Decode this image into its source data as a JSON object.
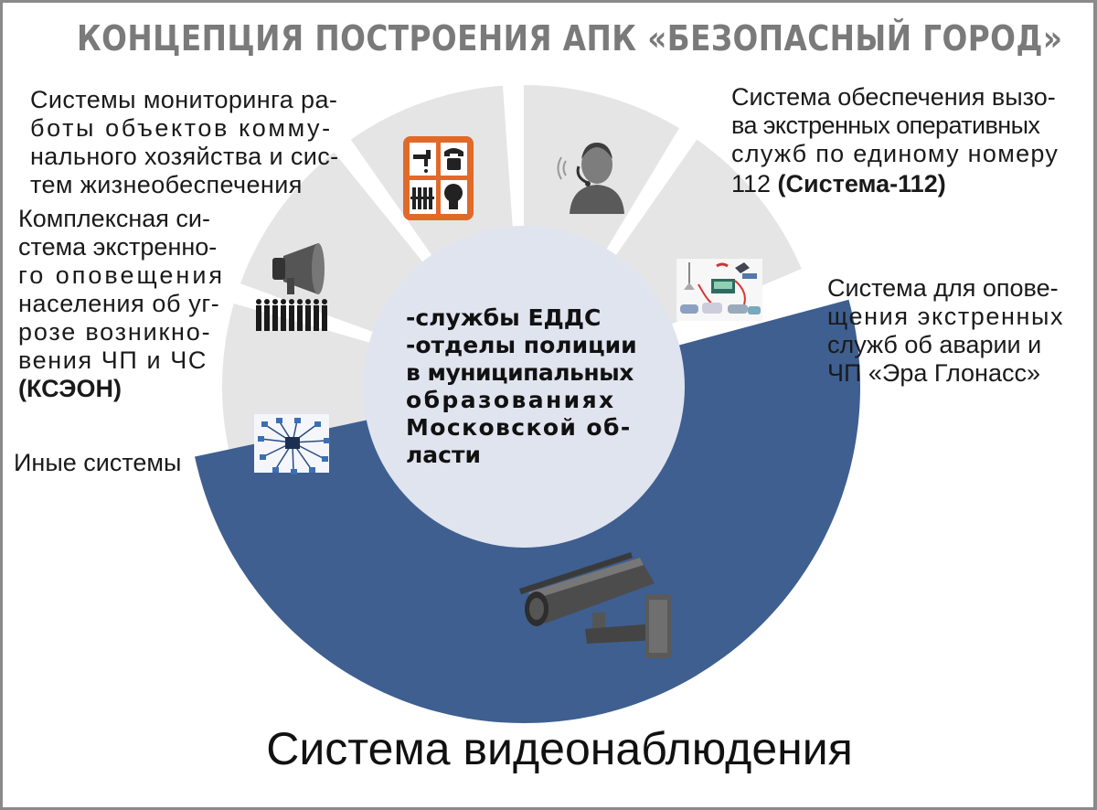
{
  "title": "КОНЦЕПЦИЯ ПОСТРОЕНИЯ АПК «БЕЗОПАСНЫЙ ГОРОД»",
  "center": {
    "lines": [
      "-службы ЕДДС",
      "-отделы полиции",
      "в муниципальных",
      "образованиях",
      "Московской об-",
      "ласти"
    ]
  },
  "segments": {
    "utilities": {
      "lines": [
        "Системы мониторинга ра-",
        "боты объектов комму-",
        "нального хозяйства и сис-",
        "тем жизнеобеспечения"
      ],
      "icon": "utilities-icon"
    },
    "system112": {
      "lines": [
        "Система обеспечения вызо-",
        "ва экстренных оперативных",
        "служб по единому номеру"
      ],
      "last_plain": "112 ",
      "last_bold": "(Система-112)",
      "icon": "operator-icon"
    },
    "kseon": {
      "lines": [
        "Комплексная си-",
        "стема экстренно-",
        "го оповещения",
        "населения об уг-",
        "розе возникно-",
        "вения ЧП и ЧС"
      ],
      "bold": "(КСЭОН)",
      "icon": "megaphone-icon"
    },
    "glonass": {
      "lines": [
        "Система для опове-",
        "щения экстренных",
        "служб об аварии и",
        "ЧП «Эра Глонасс»"
      ],
      "icon": "satellite-icon"
    },
    "other": {
      "label": "Иные системы",
      "icon": "network-icon"
    },
    "video": {
      "label": "Система видеонаблюдения",
      "icon": "cctv-camera-icon"
    }
  },
  "colors": {
    "segment_gray": "#e5e5e5",
    "center_circle": "#dfe4ef",
    "video_blue": "#3e5f90",
    "title_gray": "#7a7a7a",
    "utilities_icon_orange": "#e06a2a"
  }
}
